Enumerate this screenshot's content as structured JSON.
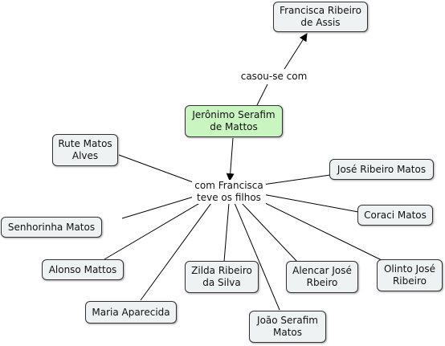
{
  "concepts": {
    "jeronimo": "Jerônimo Serafim\nde Mattos",
    "francisca": "Francisca Ribeiro\nde Assis",
    "rute": "Rute Matos\nAlves",
    "senhorinha": "Senhorinha Matos",
    "alonso": "Alonso Mattos",
    "maria": "Maria Aparecida",
    "zilda": "Zilda Ribeiro\nda Silva",
    "joao": "João Serafim\nMatos",
    "alencar": "Alencar José\nRbeiro",
    "olinto": "Olinto José\nRibeiro",
    "coraci": "Coraci Matos",
    "jose": "José Ribeiro Matos"
  },
  "linking_phrases": {
    "married": "casou-se com",
    "children": "com Francisca\nteve os filhos"
  },
  "colors": {
    "main_node": "#c8f5c0",
    "node": "#eef2f3",
    "line": "#000000"
  }
}
